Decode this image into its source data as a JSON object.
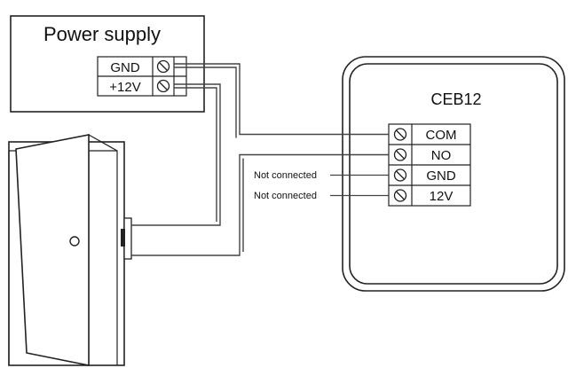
{
  "power_supply": {
    "title": "Power supply",
    "terminals": [
      {
        "label": "GND"
      },
      {
        "label": "+12V"
      }
    ]
  },
  "ceb": {
    "title": "CEB12",
    "terminals": [
      {
        "label": "COM"
      },
      {
        "label": "NO"
      },
      {
        "label": "GND"
      },
      {
        "label": "12V"
      }
    ]
  },
  "notes": {
    "gnd_note": "Not connected",
    "v12_note": "Not connected"
  },
  "colors": {
    "line": "#222222",
    "wire": "#444444",
    "background": "#ffffff"
  }
}
